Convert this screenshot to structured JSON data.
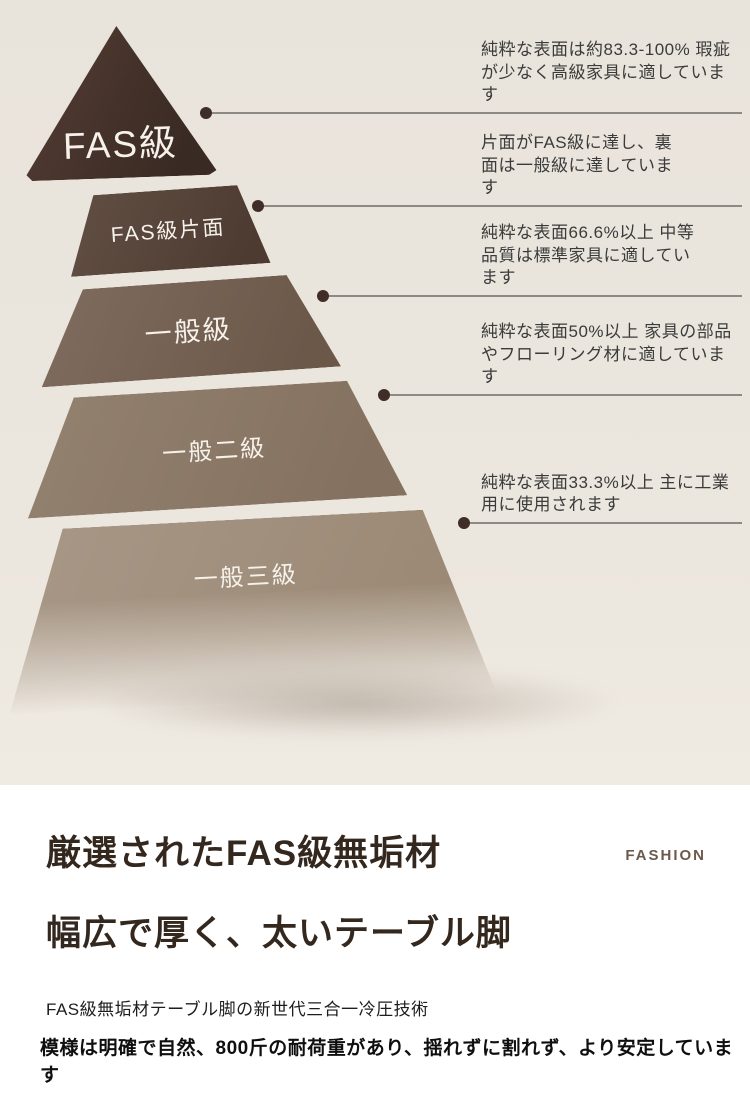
{
  "pyramid": {
    "tiers": [
      {
        "label": "FAS級",
        "color": "#3f2d25"
      },
      {
        "label": "FAS級片面",
        "color": "#55423a"
      },
      {
        "label": "一般級",
        "color": "#73604f"
      },
      {
        "label": "一般二級",
        "color": "#8a7767"
      },
      {
        "label": "一般三級",
        "color": "#a09080"
      }
    ]
  },
  "callouts": [
    {
      "text": "純粋な表面は約83.3-100% 瑕疵が少なく高級家具に適しています"
    },
    {
      "text": "片面がFAS級に達し、裏面は一般級に達しています"
    },
    {
      "text": "純粋な表面66.6%以上 中等品質は標準家具に適しています"
    },
    {
      "text": "純粋な表面50%以上 家具の部品やフローリング材に適しています"
    },
    {
      "text": "純粋な表面33.3%以上 主に工業用に使用されます"
    }
  ],
  "footer": {
    "heading1": "厳選されたFAS級無垢材",
    "heading2": "幅広で厚く、太いテーブル脚",
    "brand": "FASHION",
    "subtitle": "FAS級無垢材テーブル脚の新世代三合一冷圧技術",
    "description": "模様は明確で自然、800斤の耐荷重があり、揺れずに割れず、より安定しています"
  },
  "colors": {
    "hero_background": "#e9e4db",
    "section_background": "#ffffff",
    "callout_dot": "#3f2e27",
    "callout_line": "#8c8a85",
    "heading_text": "#34281e",
    "body_text": "#3b3b3b"
  }
}
